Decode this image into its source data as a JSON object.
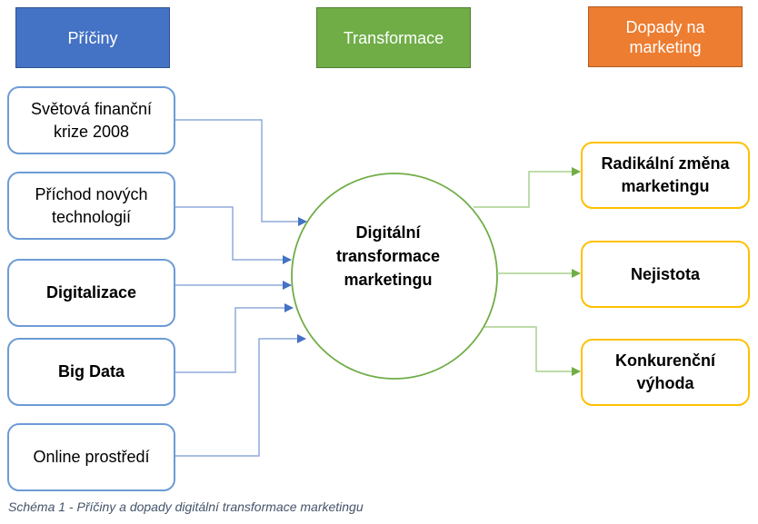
{
  "headers": {
    "causes": "Příčiny",
    "transformation": "Transformace",
    "impacts_line1": "Dopady na",
    "impacts_line2": "marketing"
  },
  "causes": [
    {
      "line1": "Světová finanční",
      "line2": "krize 2008",
      "bold": false
    },
    {
      "line1": "Příchod nových",
      "line2": "technologií",
      "bold": false
    },
    {
      "line1": "Digitalizace",
      "line2": "",
      "bold": true
    },
    {
      "line1": "Big Data",
      "line2": "",
      "bold": true
    },
    {
      "line1": "Online prostředí",
      "line2": "",
      "bold": false
    }
  ],
  "center": {
    "line1": "Digitální",
    "line2": "transformace",
    "line3": "marketingu"
  },
  "effects": [
    {
      "line1": "Radikální změna",
      "line2": "marketingu"
    },
    {
      "line1": "Nejistota",
      "line2": ""
    },
    {
      "line1": "Konkurenční",
      "line2": "výhoda"
    }
  ],
  "caption": "Schéma 1 - Příčiny a dopady digitální transformace marketingu",
  "colors": {
    "causes_header": "#4472c4",
    "transformation_header": "#70ad47",
    "impacts_header": "#ed7d31",
    "cause_border": "#6d9bd5",
    "effect_border": "#ffc000",
    "cause_arrow": "#4472c4",
    "effect_arrow": "#70ad47"
  }
}
